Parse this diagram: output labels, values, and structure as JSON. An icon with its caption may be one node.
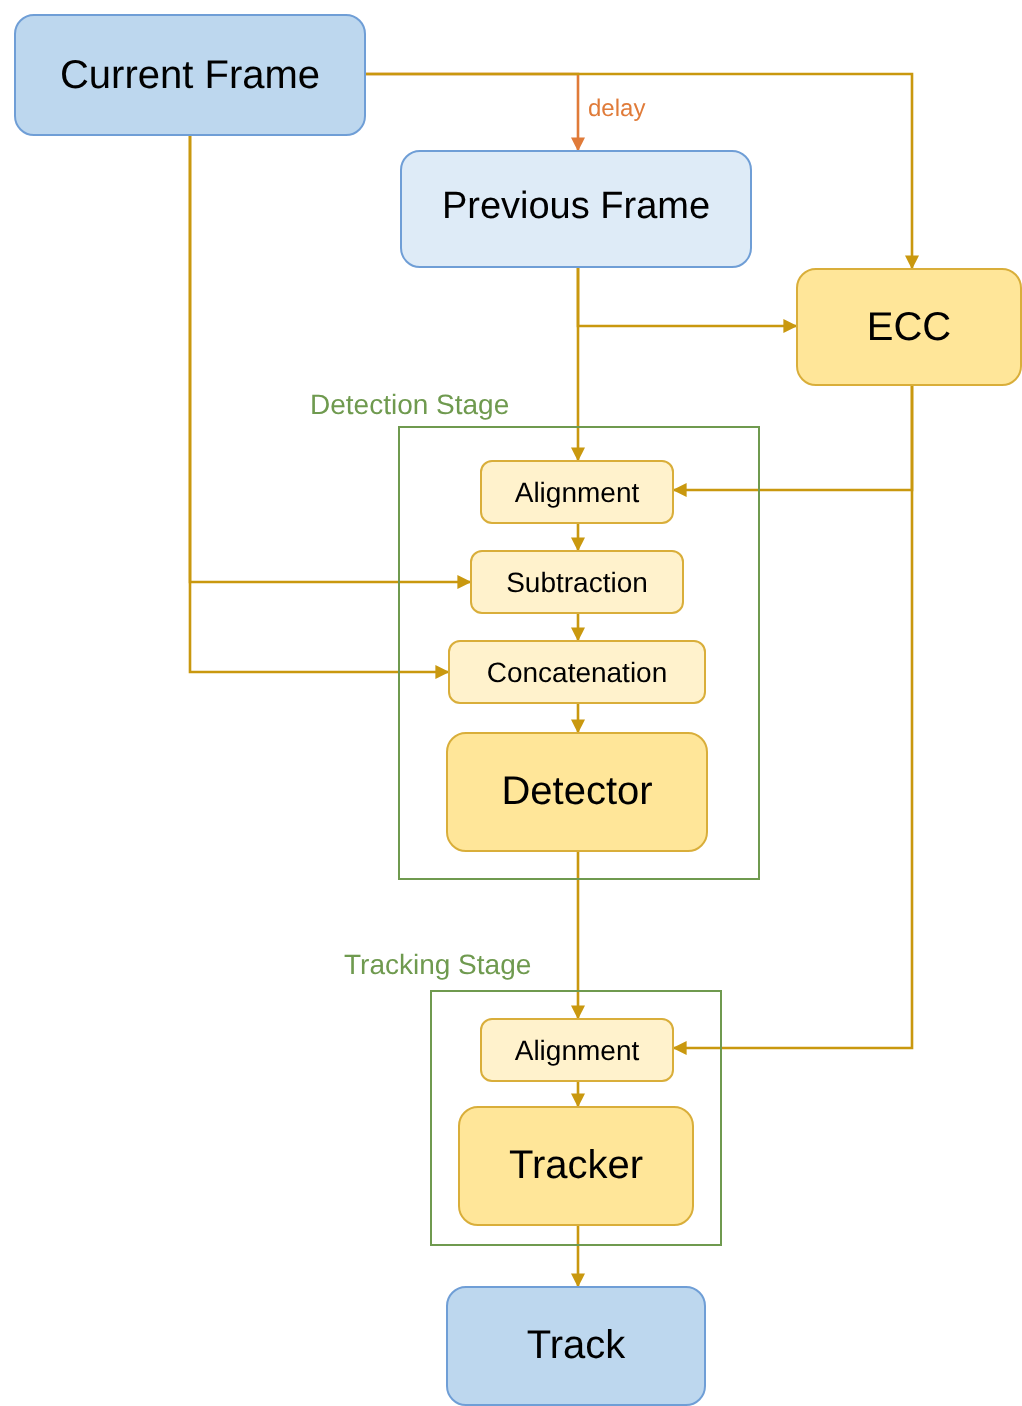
{
  "diagram": {
    "nodes": [
      {
        "text": [
          "Current Frame"
        ]
      },
      {
        "text": [
          "Previous Frame"
        ]
      },
      {
        "text": [
          "ECC"
        ]
      },
      {
        "text": [
          "Detection Stage"
        ]
      },
      {
        "text": [
          "Alignment"
        ],
        "in": 3
      },
      {
        "text": [
          "Subtraction"
        ],
        "in": 3
      },
      {
        "text": [
          "Concatenation"
        ],
        "in": 3
      },
      {
        "text": [
          "Detector"
        ],
        "in": 3
      },
      {
        "text": [
          "Tracking Stage"
        ]
      },
      {
        "text": [
          "Alignment"
        ],
        "in": 8
      },
      {
        "text": [
          "Tracker"
        ],
        "in": 8
      },
      {
        "text": [
          "Track"
        ]
      }
    ],
    "edges": [
      {
        "from": 0,
        "to": 1,
        "arrow": "to",
        "label": "delay",
        "color": "#e07b39"
      },
      {
        "from": 0,
        "to": 2,
        "arrow": "to"
      },
      {
        "from": 1,
        "to": 2,
        "arrow": "to"
      },
      {
        "from": 1,
        "to": 4,
        "arrow": "to"
      },
      {
        "from": 2,
        "to": 4,
        "arrow": "to"
      },
      {
        "from": 2,
        "to": 9,
        "arrow": "to"
      },
      {
        "from": 0,
        "to": 5,
        "arrow": "to"
      },
      {
        "from": 0,
        "to": 6,
        "arrow": "to"
      },
      {
        "from": 4,
        "to": 5,
        "arrow": "to"
      },
      {
        "from": 5,
        "to": 6,
        "arrow": "to"
      },
      {
        "from": 6,
        "to": 7,
        "arrow": "to"
      },
      {
        "from": 7,
        "to": 9,
        "arrow": "to"
      },
      {
        "from": 9,
        "to": 10,
        "arrow": "to"
      },
      {
        "from": 10,
        "to": 11,
        "arrow": "to"
      }
    ]
  }
}
